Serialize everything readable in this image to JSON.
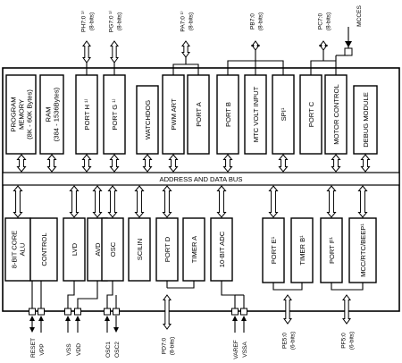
{
  "bus": {
    "label": "ADDRESS AND DATA BUS"
  },
  "top_blocks": [
    {
      "id": "prog-mem",
      "lines": [
        "PROGRAM",
        "MEMORY",
        "(8K - 60K Bytes)"
      ]
    },
    {
      "id": "ram",
      "lines": [
        "RAM",
        "(384 - 1536Bytes)"
      ]
    },
    {
      "id": "port-h",
      "lines": [
        "PORT H ¹⁾"
      ]
    },
    {
      "id": "port-g",
      "lines": [
        "PORT G ¹⁾"
      ]
    },
    {
      "id": "watchdog",
      "lines": [
        "WATCHDOG"
      ]
    },
    {
      "id": "pwm-art",
      "lines": [
        "PWM ART"
      ]
    },
    {
      "id": "port-a",
      "lines": [
        "PORT A"
      ]
    },
    {
      "id": "port-b",
      "lines": [
        "PORT B"
      ]
    },
    {
      "id": "mtc-volt",
      "lines": [
        "MTC VOLT INPUT"
      ]
    },
    {
      "id": "spi",
      "lines": [
        "SPI¹"
      ]
    },
    {
      "id": "port-c",
      "lines": [
        "PORT C"
      ]
    },
    {
      "id": "motor-ctrl",
      "lines": [
        "MOTOR CONTROL"
      ]
    },
    {
      "id": "debug",
      "lines": [
        "DEBUG MODULE"
      ]
    }
  ],
  "bottom_blocks": [
    {
      "id": "core",
      "lines": [
        "8-BIT CORE",
        "ALU"
      ]
    },
    {
      "id": "control",
      "lines": [
        "CONTROL"
      ]
    },
    {
      "id": "lvd",
      "lines": [
        "LVD"
      ]
    },
    {
      "id": "avd",
      "lines": [
        "AVD"
      ]
    },
    {
      "id": "osc",
      "lines": [
        "OSC"
      ]
    },
    {
      "id": "scilin",
      "lines": [
        "SCILIN"
      ]
    },
    {
      "id": "port-d",
      "lines": [
        "PORT D"
      ]
    },
    {
      "id": "timer-a",
      "lines": [
        "TIMER A"
      ]
    },
    {
      "id": "adc",
      "lines": [
        "10-BIT ADC"
      ]
    },
    {
      "id": "port-e",
      "lines": [
        "PORT E¹"
      ]
    },
    {
      "id": "timer-b",
      "lines": [
        "TIMER B¹"
      ]
    },
    {
      "id": "port-f",
      "lines": [
        "PORT F¹"
      ]
    },
    {
      "id": "mcc",
      "lines": [
        "MCC/RTC/BEEP¹"
      ]
    }
  ],
  "top_pins": [
    {
      "id": "ph",
      "lines": [
        "PH7:0 ¹⁾",
        "(8-bits)"
      ]
    },
    {
      "id": "pg",
      "lines": [
        "PG7:0 ¹⁾",
        "(8-bits)"
      ]
    },
    {
      "id": "pa",
      "lines": [
        "PA7:0 ¹⁾",
        "(8-bits)"
      ]
    },
    {
      "id": "pb",
      "lines": [
        "PB7:0",
        "(8-bits)"
      ]
    },
    {
      "id": "pc",
      "lines": [
        "PC7:0",
        "(8-bits)"
      ]
    },
    {
      "id": "mcces",
      "lines": [
        "MCCES"
      ]
    }
  ],
  "bottom_pins": [
    {
      "id": "reset",
      "lines": [
        "RESET"
      ]
    },
    {
      "id": "vpp",
      "lines": [
        "VPP"
      ]
    },
    {
      "id": "vss",
      "lines": [
        "VSS"
      ]
    },
    {
      "id": "vdd",
      "lines": [
        "VDD"
      ]
    },
    {
      "id": "osc1",
      "lines": [
        "OSC1"
      ]
    },
    {
      "id": "osc2",
      "lines": [
        "OSC2"
      ]
    },
    {
      "id": "pd",
      "lines": [
        "PD7:0",
        "(8-bits)"
      ]
    },
    {
      "id": "varef",
      "lines": [
        "VAREF"
      ]
    },
    {
      "id": "vssa",
      "lines": [
        "VSSA"
      ]
    },
    {
      "id": "pe",
      "lines": [
        "PE5:0",
        "(6-bits)"
      ]
    },
    {
      "id": "pf",
      "lines": [
        "PF5:0",
        "(6-bits)"
      ]
    }
  ]
}
